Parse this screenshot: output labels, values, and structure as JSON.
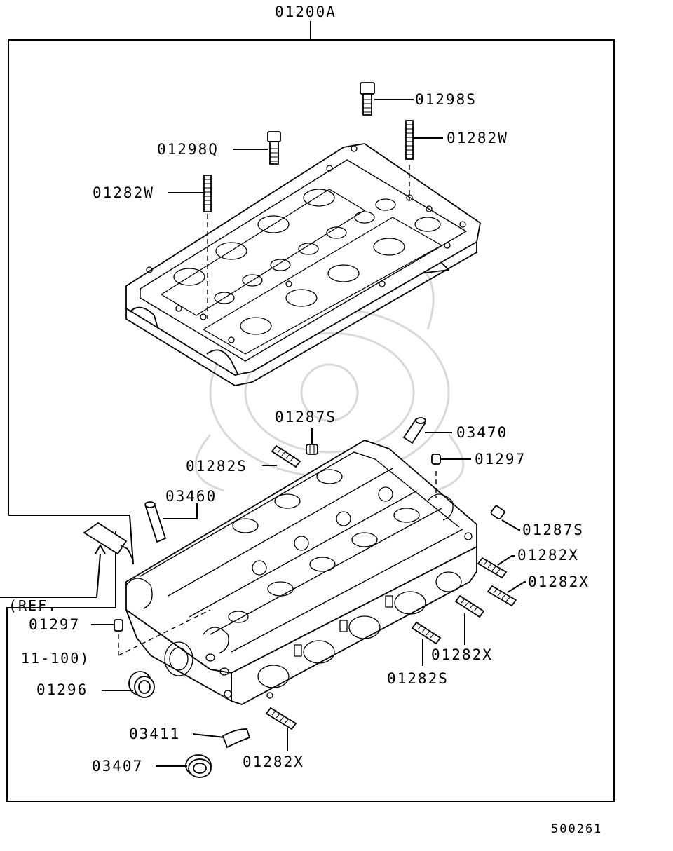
{
  "assembly_code": "01200A",
  "diagram_id": "500261",
  "reference": {
    "line1": "(REF.",
    "line2": "11-100)"
  },
  "callouts": {
    "c01298S": "01298S",
    "c01282W_right": "01282W",
    "c01298Q": "01298Q",
    "c01282W_left": "01282W",
    "c01287S_top": "01287S",
    "c03470": "03470",
    "c01282S_top": "01282S",
    "c01297_right": "01297",
    "c03460": "03460",
    "c01287S_right": "01287S",
    "c01282X_1": "01282X",
    "c01282X_2": "01282X",
    "c01297_left": "01297",
    "c01282X_3": "01282X",
    "c01282S_bottom": "01282S",
    "c01296": "01296",
    "c03411": "03411",
    "c03407": "03407",
    "c01282X_bottom": "01282X"
  },
  "colors": {
    "line": "#000000",
    "watermark": "#d9d9d9",
    "background": "#ffffff"
  }
}
